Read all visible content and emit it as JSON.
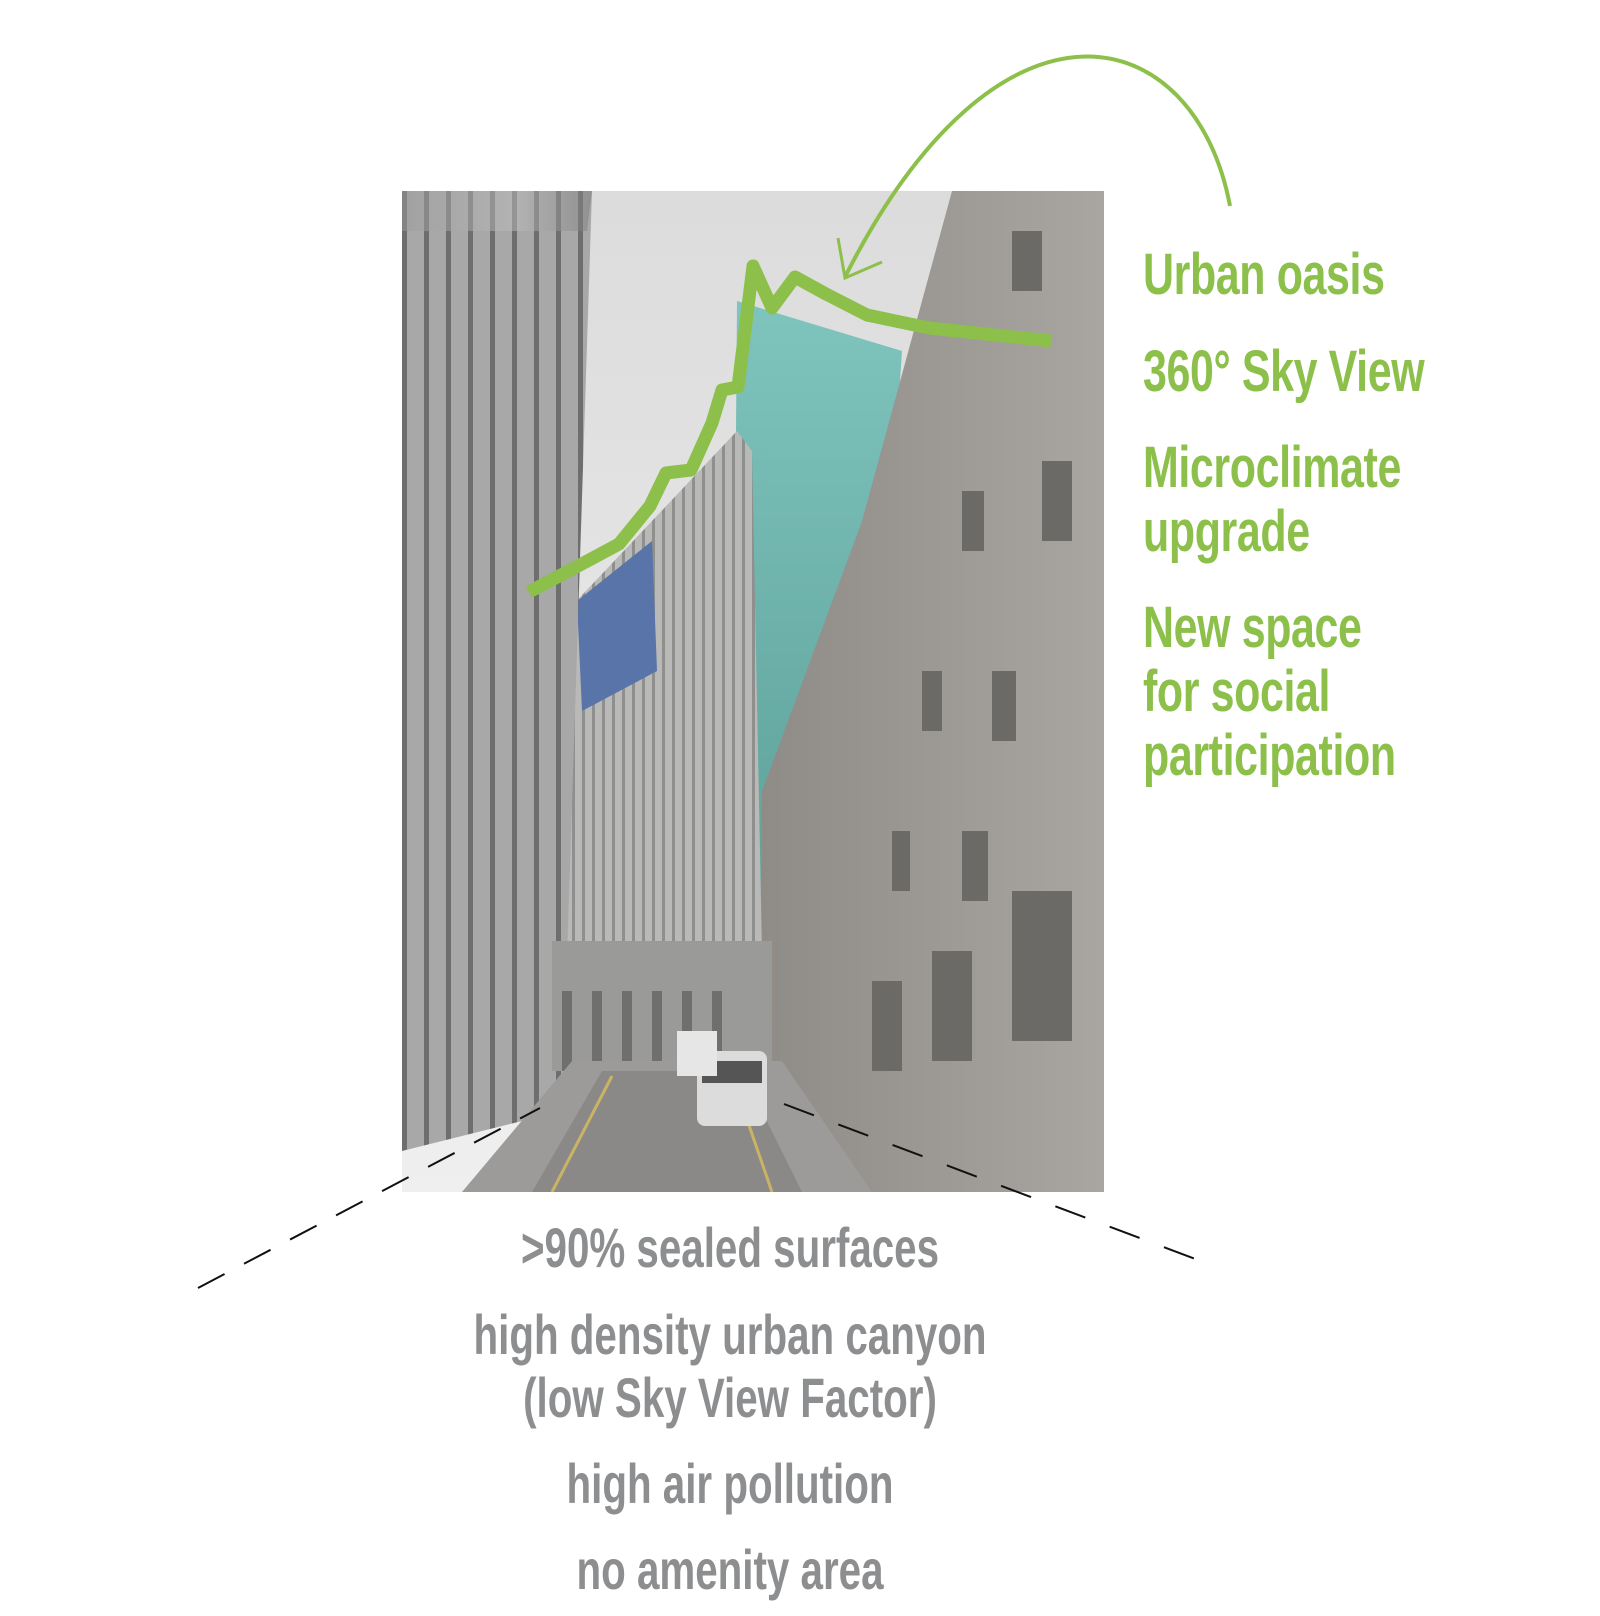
{
  "colors": {
    "accent_green": "#8cc04b",
    "text_gray": "#8d8e90"
  },
  "benefits": [
    "Urban oasis",
    "360° Sky View",
    "Microclimate",
    "upgrade",
    "New space",
    "for social",
    "participation"
  ],
  "problems": [
    ">90% sealed surfaces",
    "high density urban canyon",
    "(low Sky View Factor)",
    "high air pollution",
    "no amenity area"
  ]
}
